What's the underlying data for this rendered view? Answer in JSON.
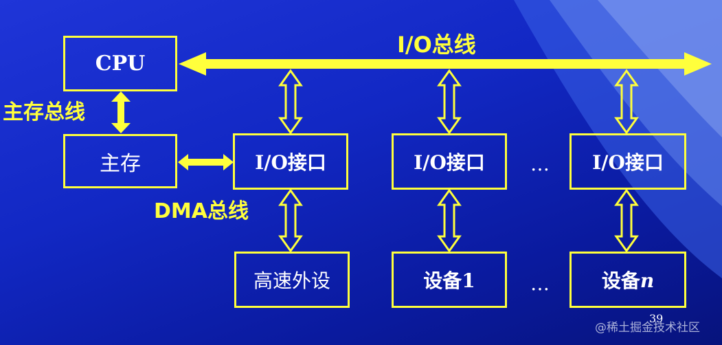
{
  "diagram": {
    "cpu_label": "CPU",
    "io_bus_label": "I/O总线",
    "main_memory_bus_label": "主存总线",
    "main_memory_label": "主存",
    "dma_bus_label": "DMA总线",
    "io_interface_label": "I/O接口",
    "high_speed_peripheral_label": "高速外设",
    "device1_label": "设备1",
    "device_n_prefix": "设备",
    "device_n_suffix": "n",
    "ellipsis": "…",
    "page_number": "39",
    "watermark": "@稀土掘金技术社区"
  },
  "colors": {
    "line": "#ffff3c",
    "text": "#ffffff",
    "background": "#1228c4"
  }
}
